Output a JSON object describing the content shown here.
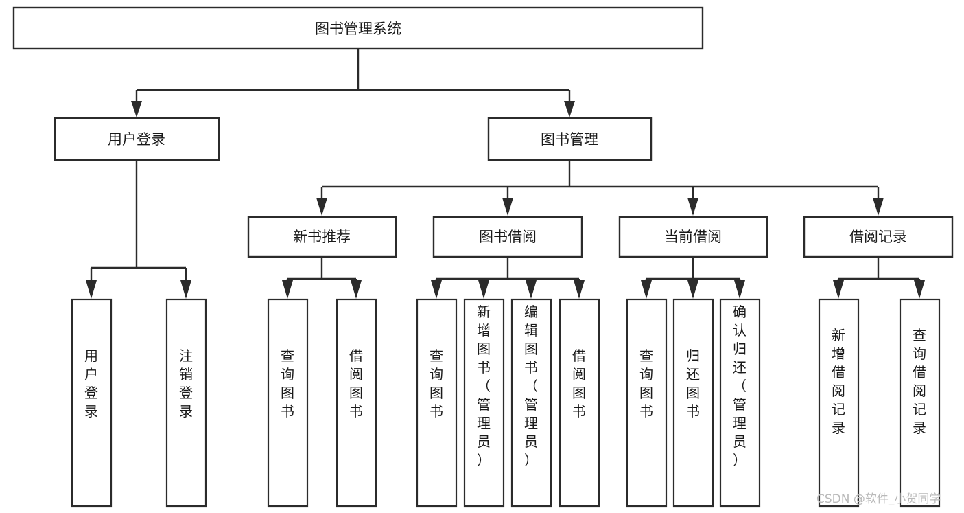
{
  "diagram": {
    "title": "图书管理系统",
    "watermark": "CSDN @软件_小贺同学",
    "colors": {
      "stroke": "#2b2b2b",
      "fill": "#ffffff",
      "text": "#1a1a1a",
      "watermark": "#b9b9b9",
      "background": "#ffffff"
    },
    "root": {
      "label": "图书管理系统"
    },
    "level2": [
      {
        "label": "用户登录"
      },
      {
        "label": "图书管理"
      }
    ],
    "level3": [
      {
        "label": "新书推荐"
      },
      {
        "label": "图书借阅"
      },
      {
        "label": "当前借阅"
      },
      {
        "label": "借阅记录"
      }
    ],
    "leaves": {
      "user_login": [
        {
          "label": "用户登录"
        },
        {
          "label": "注销登录"
        }
      ],
      "new_book": [
        {
          "label": "查询图书"
        },
        {
          "label": "借阅图书"
        }
      ],
      "book_borrow": [
        {
          "label": "查询图书"
        },
        {
          "label": "新增图书（管理员）"
        },
        {
          "label": "编辑图书（管理员）"
        },
        {
          "label": "借阅图书"
        }
      ],
      "current_borrow": [
        {
          "label": "查询图书"
        },
        {
          "label": "归还图书"
        },
        {
          "label": "确认归还（管理员）"
        }
      ],
      "borrow_record": [
        {
          "label": "新增借阅记录"
        },
        {
          "label": "查询借阅记录"
        }
      ]
    }
  }
}
